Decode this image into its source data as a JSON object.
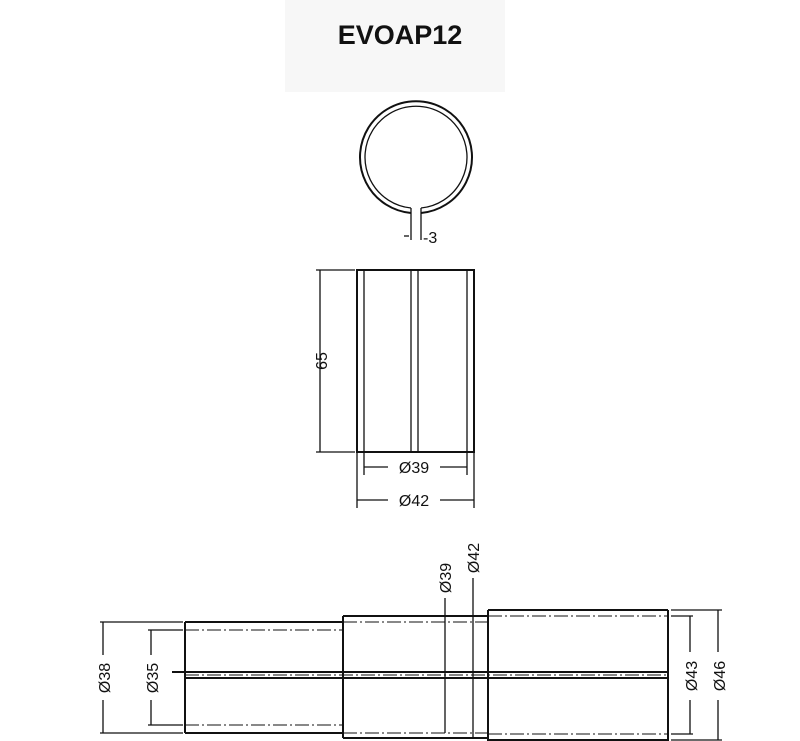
{
  "title": "EVOAP12",
  "end_view": {
    "gap_label": "-3"
  },
  "side_view": {
    "length_label": "65",
    "inner_diameter_label": "Ø39",
    "outer_diameter_label": "Ø42"
  },
  "assembly_view": {
    "left_outer_label": "Ø38",
    "left_inner_label": "Ø35",
    "middle_inner_label": "Ø39",
    "middle_outer_label": "Ø42",
    "right_inner_label": "Ø43",
    "right_outer_label": "Ø46"
  }
}
